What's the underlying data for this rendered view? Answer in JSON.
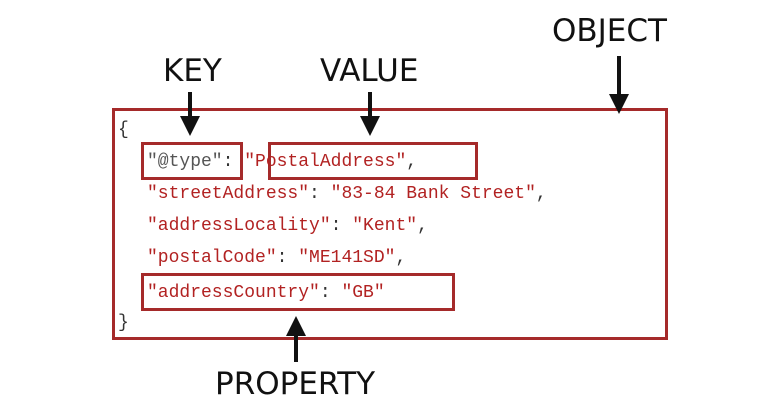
{
  "labels": {
    "object": "OBJECT",
    "key": "KEY",
    "value": "VALUE",
    "property": "PROPERTY"
  },
  "code": {
    "open_brace": "{",
    "close_brace": "}",
    "lines": [
      {
        "key": "\"@type\"",
        "sep": ": ",
        "value": "\"PostalAddress\"",
        "end": ","
      },
      {
        "key": "\"streetAddress\"",
        "sep": ": ",
        "value": "\"83-84 Bank Street\"",
        "end": ","
      },
      {
        "key": "\"addressLocality\"",
        "sep": ": ",
        "value": "\"Kent\"",
        "end": ","
      },
      {
        "key": "\"postalCode\"",
        "sep": ": ",
        "value": "\"ME141SD\"",
        "end": ","
      },
      {
        "key": "\"addressCountry\"",
        "sep": ": ",
        "value": "\"GB\"",
        "end": ""
      }
    ]
  },
  "colors": {
    "box_border": "#a52a2a",
    "code_red": "#b22222",
    "code_gray": "#555555",
    "label_text": "#111111"
  }
}
